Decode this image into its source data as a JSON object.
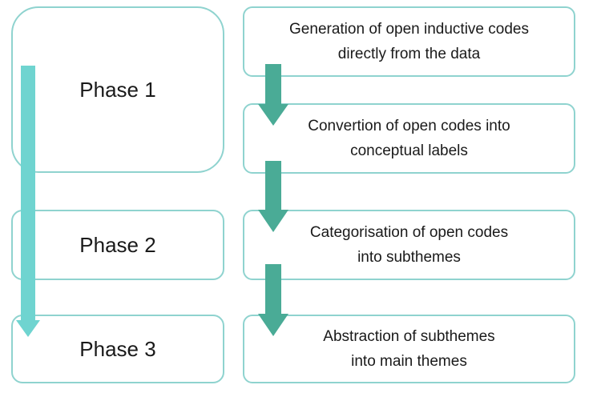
{
  "phases": [
    {
      "label": "Phase 1"
    },
    {
      "label": "Phase 2"
    },
    {
      "label": "Phase 3"
    }
  ],
  "steps": [
    {
      "line1": "Generation of open inductive codes",
      "line2": "directly from the data"
    },
    {
      "line1": "Convertion of open codes into",
      "line2": "conceptual labels"
    },
    {
      "line1": "Categorisation of open codes",
      "line2": "into subthemes"
    },
    {
      "line1": "Abstraction of subthemes",
      "line2": "into main themes"
    }
  ],
  "colors": {
    "border": "#8fd3cf",
    "long_arrow": "#6fd4d0",
    "step_arrow": "#4aab96"
  }
}
